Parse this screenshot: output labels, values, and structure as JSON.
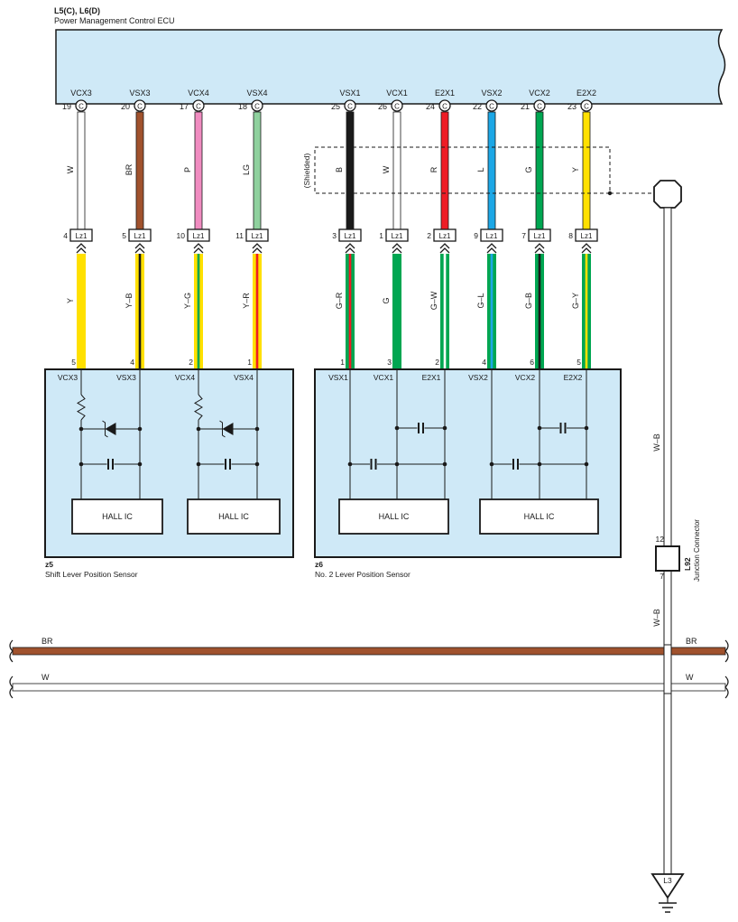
{
  "ecu": {
    "code": "L5(C), L6(D)",
    "name": "Power Management Control ECU",
    "pins": [
      {
        "label": "VCX3",
        "num": "19",
        "conn": "C"
      },
      {
        "label": "VSX3",
        "num": "20",
        "conn": "C"
      },
      {
        "label": "VCX4",
        "num": "17",
        "conn": "C"
      },
      {
        "label": "VSX4",
        "num": "18",
        "conn": "C"
      },
      {
        "label": "VSX1",
        "num": "25",
        "conn": "C"
      },
      {
        "label": "VCX1",
        "num": "26",
        "conn": "C"
      },
      {
        "label": "E2X1",
        "num": "24",
        "conn": "C"
      },
      {
        "label": "VSX2",
        "num": "22",
        "conn": "C"
      },
      {
        "label": "VCX2",
        "num": "21",
        "conn": "C"
      },
      {
        "label": "E2X2",
        "num": "23",
        "conn": "C"
      }
    ]
  },
  "upper_wires": [
    {
      "code": "W",
      "color": "#ffffff"
    },
    {
      "code": "BR",
      "color": "#a0522d"
    },
    {
      "code": "P",
      "color": "#f08cc0"
    },
    {
      "code": "LG",
      "color": "#8fd19e"
    },
    {
      "code": "B",
      "color": "#1a1a1a"
    },
    {
      "code": "W",
      "color": "#ffffff"
    },
    {
      "code": "R",
      "color": "#ee1c25"
    },
    {
      "code": "L",
      "color": "#1ca7e6"
    },
    {
      "code": "G",
      "color": "#00a651"
    },
    {
      "code": "Y",
      "color": "#ffe000"
    }
  ],
  "shielded_label": "(Shielded)",
  "connector": {
    "name": "Lz1",
    "pins": [
      "4",
      "5",
      "10",
      "11",
      "3",
      "1",
      "2",
      "9",
      "7",
      "8"
    ]
  },
  "lower_wires": [
    {
      "code": "Y",
      "base": "#ffe000",
      "stripe": null
    },
    {
      "code": "Y–B",
      "base": "#ffe000",
      "stripe": "#1a1a1a"
    },
    {
      "code": "Y–G",
      "base": "#ffe000",
      "stripe": "#00a651"
    },
    {
      "code": "Y–R",
      "base": "#ffe000",
      "stripe": "#ee1c25"
    },
    {
      "code": "G–R",
      "base": "#00a651",
      "stripe": "#ee1c25"
    },
    {
      "code": "G",
      "base": "#00a651",
      "stripe": null
    },
    {
      "code": "G–W",
      "base": "#00a651",
      "stripe": "#ffffff"
    },
    {
      "code": "G–L",
      "base": "#00a651",
      "stripe": "#1ca7e6"
    },
    {
      "code": "G–B",
      "base": "#00a651",
      "stripe": "#1a1a1a"
    },
    {
      "code": "G–Y",
      "base": "#00a651",
      "stripe": "#ffe000"
    }
  ],
  "sensor_pin_nums": [
    "5",
    "4",
    "2",
    "1",
    "1",
    "3",
    "2",
    "4",
    "6",
    "5"
  ],
  "sensors": [
    {
      "code": "z5",
      "name": "Shift Lever Position Sensor",
      "pins": [
        "VCX3",
        "VSX3",
        "VCX4",
        "VSX4"
      ],
      "ics": [
        "HALL IC",
        "HALL IC"
      ]
    },
    {
      "code": "z6",
      "name": "No.  2 Lever Position Sensor",
      "pins": [
        "VSX1",
        "VCX1",
        "E2X1",
        "VSX2",
        "VCX2",
        "E2X2"
      ],
      "ics": [
        "HALL IC",
        "HALL IC"
      ]
    }
  ],
  "ground": {
    "wire_code": "W–B",
    "junction": {
      "code": "L92",
      "name": "Junction Connector",
      "pin_in": "12",
      "pin_out": "7"
    },
    "point": "L3"
  },
  "bus": [
    {
      "code": "BR",
      "color": "#a0522d"
    },
    {
      "code": "W",
      "color": "#ffffff"
    }
  ],
  "colors": {
    "ecu_fill": "#cfe9f7",
    "sensor_fill": "#cfe9f7",
    "line": "#1a1a1a"
  }
}
